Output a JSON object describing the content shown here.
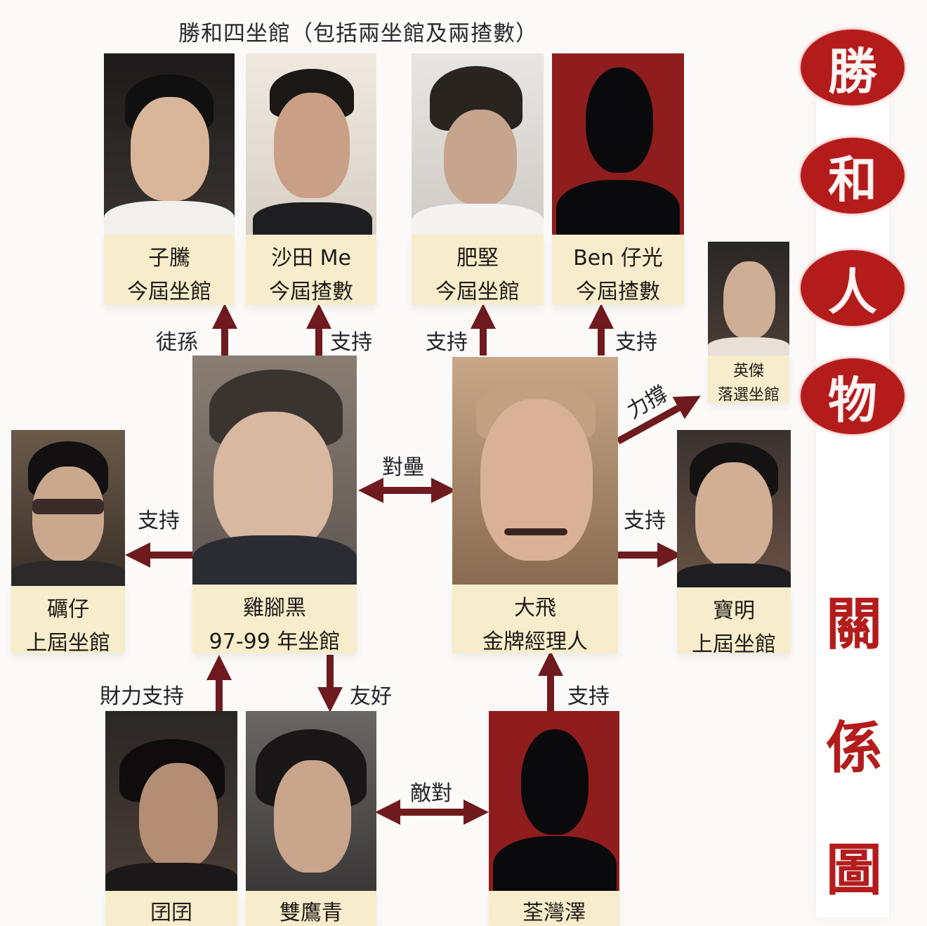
{
  "header": {
    "title": "勝和四坐館（包括兩坐館及兩揸數）"
  },
  "banner": {
    "chars_seal": [
      "勝",
      "和",
      "人",
      "物"
    ],
    "chars_square": [
      "關",
      "係",
      "圖"
    ],
    "color": "#b41c1c"
  },
  "people": {
    "zi_teng": {
      "name": "子騰",
      "role": "今屆坐館"
    },
    "shatin_me": {
      "name": "沙田 Me",
      "role": "今屆揸數"
    },
    "fei_kin": {
      "name": "肥堅",
      "role": "今屆坐館"
    },
    "ben_kwong": {
      "name": "Ben 仔光",
      "role": "今屆揸數"
    },
    "ying_kit": {
      "name": "英傑",
      "role": "落選坐館"
    },
    "ngai_zai": {
      "name": "礪仔",
      "role": "上屆坐館"
    },
    "kai_keuk_hak": {
      "name": "雞腳黑",
      "role": "97-99 年坐館"
    },
    "tai_fei": {
      "name": "大飛",
      "role": "金牌經理人"
    },
    "po_ming": {
      "name": "寶明",
      "role": "上屆坐館"
    },
    "tuen_tuen": {
      "name": "囝囝"
    },
    "seung_ying_ching": {
      "name": "雙鷹青"
    },
    "tsuen_wan_chak": {
      "name": "荃灣澤"
    }
  },
  "relations": {
    "r_zi_teng": "徒孫",
    "r_shatin_me": "支持",
    "r_fei_kin": "支持",
    "r_ben_kwong": "支持",
    "r_ying_kit": "力撐",
    "r_rivalry_top": "對壘",
    "r_ngai_zai": "支持",
    "r_po_ming": "支持",
    "r_financial": "財力支持",
    "r_friendly": "友好",
    "r_tai_fei_support": "支持",
    "r_rivalry_bottom": "敵對"
  },
  "colors": {
    "arrow": "#6e1a1e",
    "caption_bg": "#f7edcc",
    "silhouette_bg": "#8f1d1d"
  }
}
